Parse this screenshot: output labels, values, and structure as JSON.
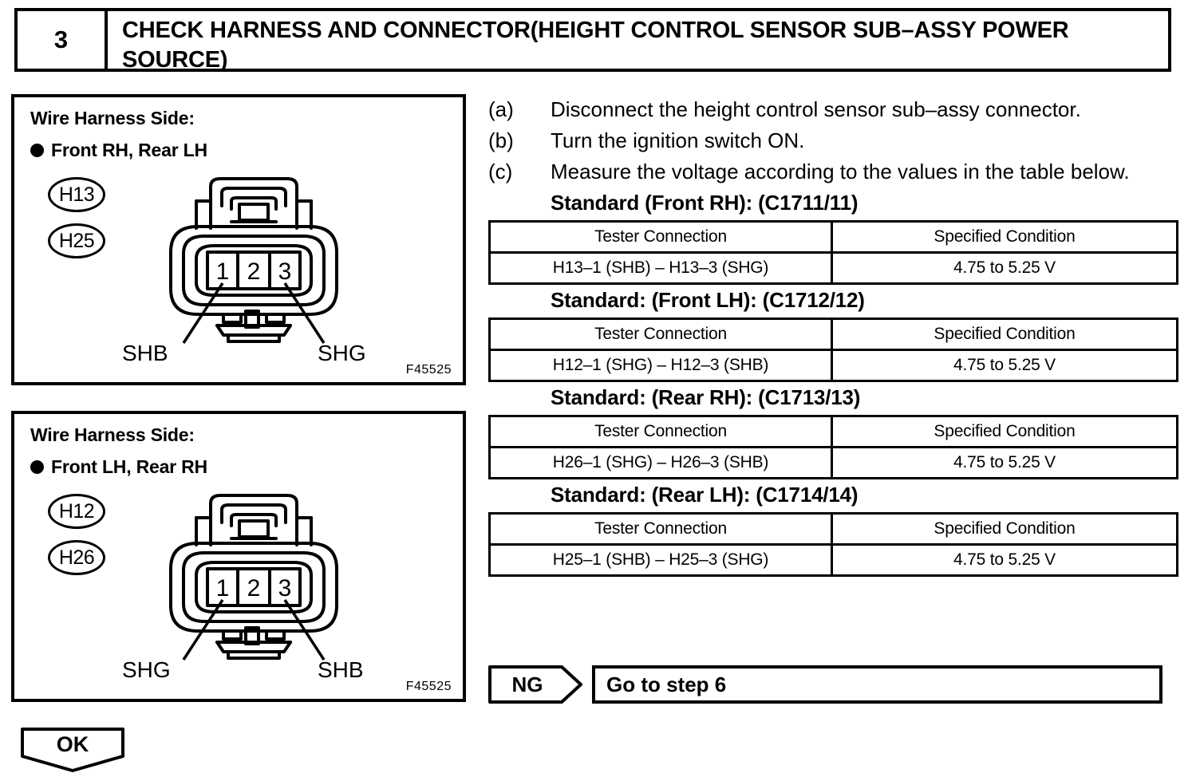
{
  "step": {
    "number": "3",
    "title": "CHECK HARNESS AND CONNECTOR(HEIGHT CONTROL SENSOR SUB–ASSY POWER SOURCE)"
  },
  "diagrams": [
    {
      "heading": "Wire Harness Side:",
      "subheading": "Front RH, Rear LH",
      "codes": [
        "H13",
        "H25"
      ],
      "pins": [
        "1",
        "2",
        "3"
      ],
      "left_label": "SHB",
      "right_label": "SHG",
      "figure_id": "F45525"
    },
    {
      "heading": "Wire Harness Side:",
      "subheading": "Front LH, Rear RH",
      "codes": [
        "H12",
        "H26"
      ],
      "pins": [
        "1",
        "2",
        "3"
      ],
      "left_label": "SHG",
      "right_label": "SHB",
      "figure_id": "F45525"
    }
  ],
  "instructions": [
    {
      "marker": "(a)",
      "text": "Disconnect the height control sensor sub–assy connector."
    },
    {
      "marker": "(b)",
      "text": "Turn the ignition switch ON."
    },
    {
      "marker": "(c)",
      "text": "Measure the voltage according to the values in the table below."
    }
  ],
  "standards": [
    {
      "heading": "Standard (Front RH): (C1711/11)",
      "columns": [
        "Tester Connection",
        "Specified Condition"
      ],
      "rows": [
        [
          "H13–1 (SHB) – H13–3 (SHG)",
          "4.75 to 5.25 V"
        ]
      ]
    },
    {
      "heading": "Standard: (Front LH): (C1712/12)",
      "columns": [
        "Tester Connection",
        "Specified Condition"
      ],
      "rows": [
        [
          "H12–1 (SHG) – H12–3 (SHB)",
          "4.75 to 5.25 V"
        ]
      ]
    },
    {
      "heading": "Standard: (Rear RH): (C1713/13)",
      "columns": [
        "Tester Connection",
        "Specified Condition"
      ],
      "rows": [
        [
          "H26–1 (SHG) – H26–3 (SHB)",
          "4.75 to 5.25 V"
        ]
      ]
    },
    {
      "heading": "Standard: (Rear LH): (C1714/14)",
      "columns": [
        "Tester Connection",
        "Specified Condition"
      ],
      "rows": [
        [
          "H25–1 (SHB) – H25–3 (SHG)",
          "4.75 to 5.25 V"
        ]
      ]
    }
  ],
  "results": {
    "ng_label": "NG",
    "ng_action": "Go to step 6",
    "ok_label": "OK"
  },
  "colors": {
    "ink": "#000000",
    "paper": "#ffffff"
  }
}
